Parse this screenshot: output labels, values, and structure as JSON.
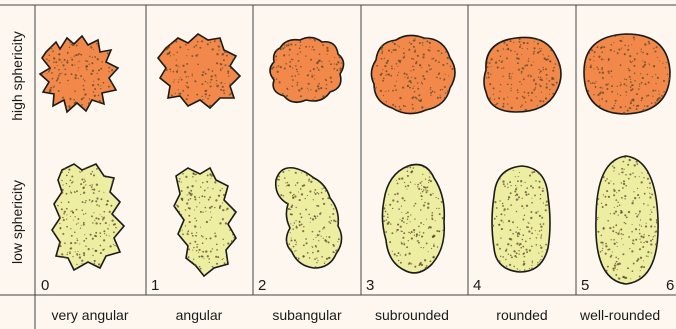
{
  "row_labels": {
    "high": "high sphericity",
    "low": "low sphericity"
  },
  "colors": {
    "high_fill": "#f2894a",
    "low_fill": "#eeeea2",
    "outline": "#1a1a1a",
    "speckle": "#5a4a2a"
  },
  "columns": [
    {
      "index": "0",
      "name": "very angular"
    },
    {
      "index": "1",
      "name": "angular"
    },
    {
      "index": "2",
      "name": "subangular"
    },
    {
      "index": "3",
      "name": "subrounded"
    },
    {
      "index": "4",
      "name": "rounded"
    },
    {
      "index": "5",
      "name": "well-rounded"
    }
  ],
  "extra_index": "6"
}
